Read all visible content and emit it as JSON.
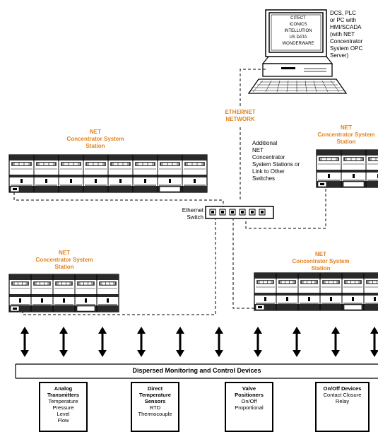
{
  "computer": {
    "screen_lines": [
      "CITECT",
      "ICONICS",
      "INTELLUTION",
      "US DATA",
      "WONDERWARE"
    ],
    "description": "DCS, PLC or PC with HMI/SCADA (with NET Concentrator System OPC Server)",
    "description_lines": [
      "DCS, PLC",
      "or PC with",
      "HMI/SCADA",
      "(with NET",
      "Concentrator",
      "System OPC",
      "Server)"
    ]
  },
  "network": {
    "line1": "ETHERNET",
    "line2": "NETWORK"
  },
  "stations": [
    {
      "line1": "NET",
      "line2": "Concentrator System",
      "line3": "Station"
    },
    {
      "line1": "NET",
      "line2": "Concentrator System",
      "line3": "Station"
    },
    {
      "line1": "NET",
      "line2": "Concentrator System",
      "line3": "Station"
    },
    {
      "line1": "NET",
      "line2": "Concentrator System",
      "line3": "Station"
    }
  ],
  "additional_lines": [
    "Additional",
    "NET",
    "Concentrator",
    "System Stations or",
    "Link to Other",
    "Switches"
  ],
  "switch": {
    "line1": "Ethernet",
    "line2": "Switch"
  },
  "bar_title": "Dispersed Monitoring and Control Devices",
  "devices": [
    {
      "title": [
        "Analog",
        "Transmitters"
      ],
      "items": [
        "Temperature",
        "Pressure",
        "Level",
        "Flow"
      ]
    },
    {
      "title": [
        "Direct",
        "Temperature",
        "Sensors"
      ],
      "items": [
        "RTD",
        "Thermocouple"
      ]
    },
    {
      "title": [
        "Valve",
        "Positioners"
      ],
      "items": [
        "On/Off",
        "Proportional"
      ]
    },
    {
      "title": [
        "On/Off Devices"
      ],
      "items": [
        "Contact Closure",
        "Relay"
      ]
    }
  ],
  "colors": {
    "accent": "#e0821e",
    "line": "#000000"
  }
}
